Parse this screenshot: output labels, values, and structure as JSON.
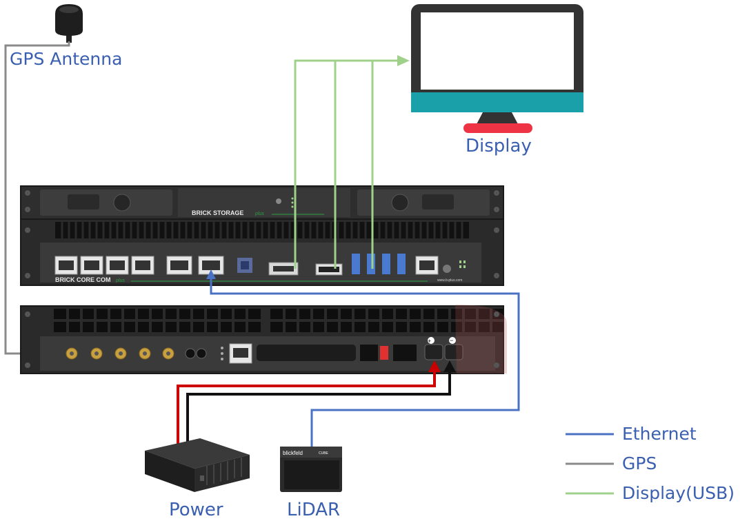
{
  "labels": {
    "gps_antenna": "GPS Antenna",
    "display": "Display",
    "power": "Power",
    "lidar": "LiDAR"
  },
  "devices": {
    "storage_brand": "BRICK STORAGE",
    "storage_plus": "plus",
    "core_brand": "BRICK CORE COM",
    "core_plus": "plus",
    "website": "www.b-plus.com",
    "lidar_brand": "blickfeld",
    "lidar_model": "CUBE"
  },
  "legend": [
    {
      "label": "Ethernet",
      "color": "#4a72c4"
    },
    {
      "label": "GPS",
      "color": "#8a8a8a"
    },
    {
      "label": "Display(USB)",
      "color": "#9fd18b"
    }
  ],
  "colors": {
    "ethernet": "#4a72c4",
    "gps": "#8a8a8a",
    "display_usb": "#9fd18b",
    "power_positive": "#cc0000",
    "power_negative": "#111111",
    "monitor_frame": "#333333",
    "monitor_base": "#1aa0a8",
    "monitor_stand": "#ee3344",
    "label_text": "#3a5fb0"
  },
  "icons": {
    "antenna": "gps-antenna-icon",
    "monitor": "monitor-icon",
    "power_supply": "power-supply-icon",
    "lidar": "lidar-sensor-icon"
  }
}
